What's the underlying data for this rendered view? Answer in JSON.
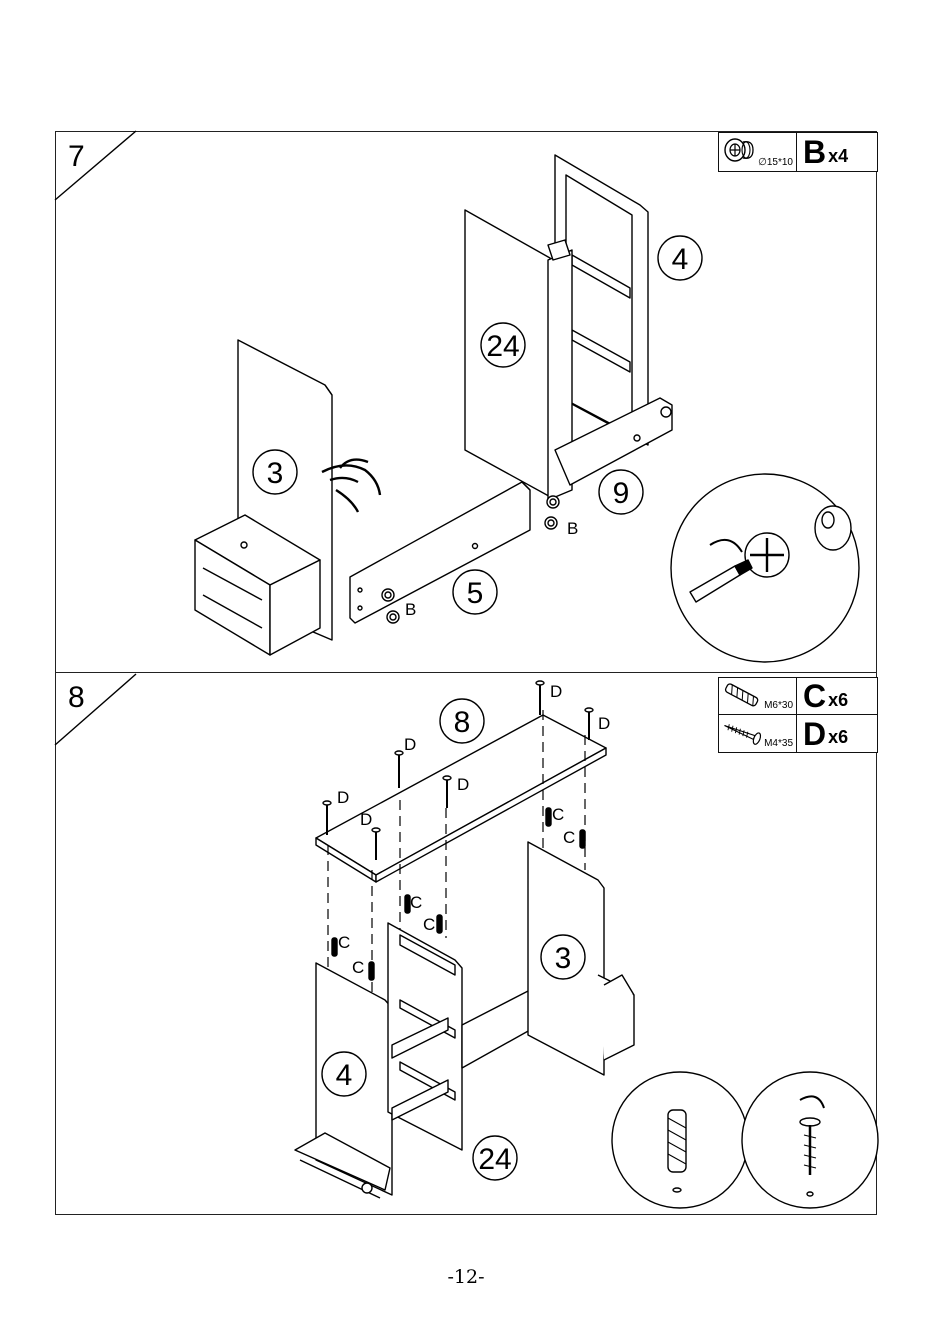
{
  "page_number": "-12-",
  "step7": {
    "step_number": "7",
    "parts": [
      {
        "size": "∅15*10",
        "letter": "B",
        "qty": "x4",
        "icon": "cam-lock-icon"
      }
    ],
    "part_labels": [
      "3",
      "24",
      "4",
      "5",
      "9"
    ],
    "hardware_labels": [
      "B",
      "B"
    ]
  },
  "step8": {
    "step_number": "8",
    "parts": [
      {
        "size": "M6*30",
        "letter": "C",
        "qty": "x6",
        "icon": "dowel-icon"
      },
      {
        "size": "M4*35",
        "letter": "D",
        "qty": "x6",
        "icon": "screw-icon"
      }
    ],
    "part_labels": [
      "8",
      "3",
      "4",
      "24"
    ],
    "screw_labels": [
      "D",
      "D",
      "D",
      "D",
      "D",
      "D"
    ],
    "dowel_labels": [
      "C",
      "C",
      "C",
      "C",
      "C",
      "C"
    ]
  }
}
